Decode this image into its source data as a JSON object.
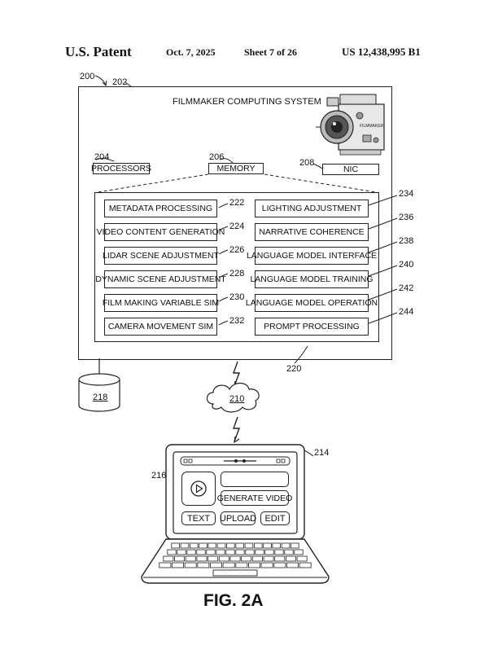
{
  "header": {
    "title": "U.S. Patent",
    "date": "Oct. 7, 2025",
    "sheet": "Sheet 7 of 26",
    "patent_number": "US 12,438,995 B1"
  },
  "system": {
    "ref_outer": "200",
    "ref_box": "202",
    "title": "FILMMAKER COMPUTING SYSTEM",
    "camera_brand": "FILMMAKER",
    "processors": {
      "label": "PROCESSORS",
      "ref": "204"
    },
    "memory": {
      "label": "MEMORY",
      "ref": "206"
    },
    "nic": {
      "label": "NIC",
      "ref": "208"
    },
    "memory_ref": "220"
  },
  "modules_left": [
    {
      "label": "METADATA PROCESSING",
      "ref": "222"
    },
    {
      "label": "VIDEO CONTENT GENERATION",
      "ref": "224"
    },
    {
      "label": "LIDAR SCENE ADJUSTMENT",
      "ref": "226"
    },
    {
      "label": "DYNAMIC SCENE ADJUSTMENT",
      "ref": "228"
    },
    {
      "label": "FILM MAKING VARIABLE SIM",
      "ref": "230"
    },
    {
      "label": "CAMERA MOVEMENT SIM",
      "ref": "232"
    }
  ],
  "modules_right": [
    {
      "label": "LIGHTING ADJUSTMENT",
      "ref": "234"
    },
    {
      "label": "NARRATIVE COHERENCE",
      "ref": "236"
    },
    {
      "label": "LANGUAGE MODEL INTERFACE",
      "ref": "238"
    },
    {
      "label": "LANGUAGE MODEL TRAINING",
      "ref": "240"
    },
    {
      "label": "LANGUAGE MODEL OPERATION",
      "ref": "242"
    },
    {
      "label": "PROMPT PROCESSING",
      "ref": "244"
    }
  ],
  "database": {
    "ref": "218"
  },
  "network": {
    "ref": "210"
  },
  "laptop": {
    "ref": "214",
    "video_ref": "216",
    "generate_label": "GENERATE VIDEO",
    "text_label": "TEXT",
    "upload_label": "UPLOAD",
    "edit_label": "EDIT"
  },
  "figure_label": "FIG. 2A"
}
